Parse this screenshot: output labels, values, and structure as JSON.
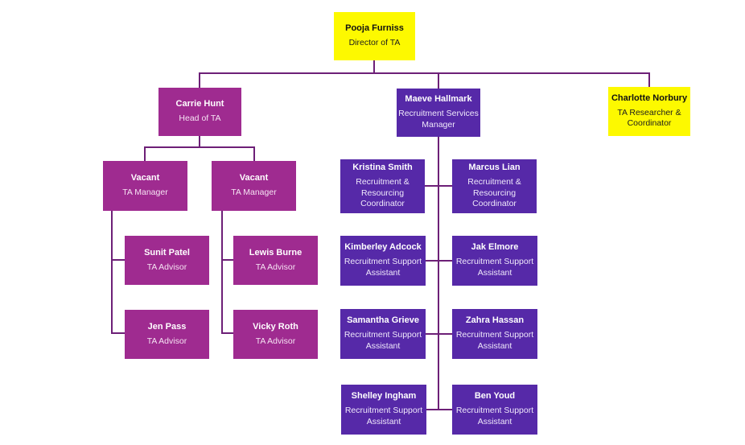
{
  "diagram": {
    "type": "org-chart",
    "colors": {
      "yellow_box": "#FDF900",
      "magenta_box": "#9F2B90",
      "purple_box": "#5629A8",
      "connector": "#6D2077",
      "background": "#FFFFFF"
    },
    "nodes": {
      "pooja": {
        "name": "Pooja Furniss",
        "title": "Director of TA",
        "color": "yellow",
        "reports_to": null
      },
      "carrie": {
        "name": "Carrie Hunt",
        "title": "Head of TA",
        "color": "magenta",
        "reports_to": "Pooja Furniss"
      },
      "maeve": {
        "name": "Maeve Hallmark",
        "title": "Recruitment Services Manager",
        "color": "purple",
        "reports_to": "Pooja Furniss"
      },
      "charlotte": {
        "name": "Charlotte Norbury",
        "title": "TA Researcher & Coordinator",
        "color": "yellow",
        "reports_to": "Pooja Furniss"
      },
      "vacant1": {
        "name": "Vacant",
        "title": "TA Manager",
        "color": "magenta",
        "reports_to": "Carrie Hunt"
      },
      "vacant2": {
        "name": "Vacant",
        "title": "TA Manager",
        "color": "magenta",
        "reports_to": "Carrie Hunt"
      },
      "sunit": {
        "name": "Sunit Patel",
        "title": "TA Advisor",
        "color": "magenta",
        "reports_to": "Vacant (TA Manager)"
      },
      "jen": {
        "name": "Jen Pass",
        "title": "TA Advisor",
        "color": "magenta",
        "reports_to": "Vacant (TA Manager)"
      },
      "lewis": {
        "name": "Lewis Burne",
        "title": "TA Advisor",
        "color": "magenta",
        "reports_to": "Vacant (TA Manager)"
      },
      "vicky": {
        "name": "Vicky Roth",
        "title": "TA Advisor",
        "color": "magenta",
        "reports_to": "Vacant (TA Manager)"
      },
      "kristina": {
        "name": "Kristina Smith",
        "title": "Recruitment & Resourcing Coordinator",
        "color": "purple",
        "reports_to": "Maeve Hallmark"
      },
      "marcus": {
        "name": "Marcus Lian",
        "title": "Recruitment & Resourcing Coordinator",
        "color": "purple",
        "reports_to": "Maeve Hallmark"
      },
      "kimberley": {
        "name": "Kimberley Adcock",
        "title": "Recruitment Support Assistant",
        "color": "purple",
        "reports_to": "Maeve Hallmark"
      },
      "jak": {
        "name": "Jak Elmore",
        "title": "Recruitment Support Assistant",
        "color": "purple",
        "reports_to": "Maeve Hallmark"
      },
      "samantha": {
        "name": "Samantha Grieve",
        "title": "Recruitment Support Assistant",
        "color": "purple",
        "reports_to": "Maeve Hallmark"
      },
      "zahra": {
        "name": "Zahra Hassan",
        "title": "Recruitment Support Assistant",
        "color": "purple",
        "reports_to": "Maeve Hallmark"
      },
      "shelley": {
        "name": "Shelley Ingham",
        "title": "Recruitment Support Assistant",
        "color": "purple",
        "reports_to": "Maeve Hallmark"
      },
      "ben": {
        "name": "Ben Youd",
        "title": "Recruitment Support Assistant",
        "color": "purple",
        "reports_to": "Maeve Hallmark"
      }
    }
  }
}
